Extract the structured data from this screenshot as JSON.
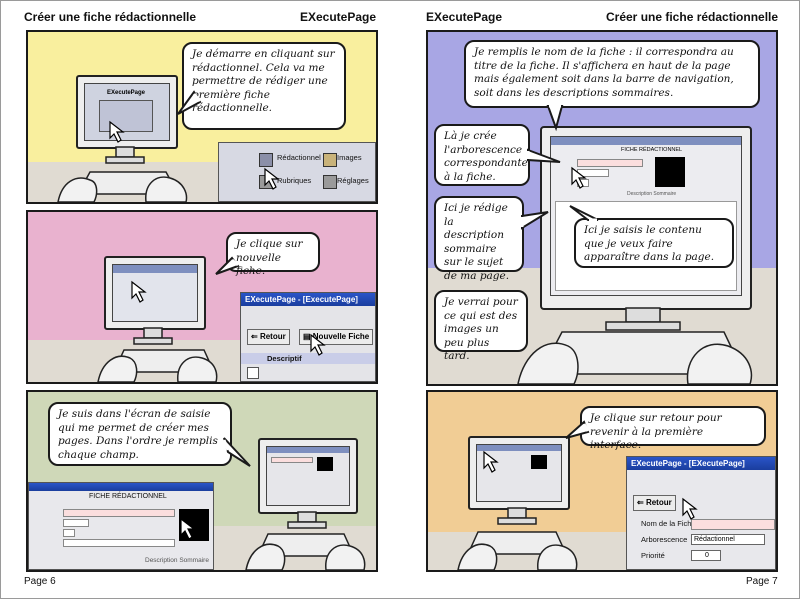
{
  "left_page": {
    "header_left": "Créer une fiche rédactionnelle",
    "header_right": "EXecutePage",
    "page_number": "Page 6",
    "panel1": {
      "bubble": "Je démarre en cliquant sur rédactionnel. Cela va me permettre de rédiger une première fiche rédactionnelle.",
      "screen_title": "EXecutePage",
      "inset": {
        "item1": "Rédactionnel",
        "item2": "Images",
        "item3": "Rubriques",
        "item4": "Réglages"
      }
    },
    "panel2": {
      "bubble": "Je clique sur nouvelle fiche.",
      "inset": {
        "title": "EXecutePage - [ExecutePage]",
        "retour": "Retour",
        "nouvelle": "Nouvelle Fiche",
        "descriptif": "Descriptif"
      }
    },
    "panel3": {
      "bubble": "Je suis dans l'écran de saisie qui me permet de créer mes pages. Dans l'ordre je remplis chaque champ.",
      "inset": {
        "title": "FICHE RÉDACTIONNEL",
        "desc": "Description Sommaire"
      }
    }
  },
  "right_page": {
    "header_left": "EXecutePage",
    "header_right": "Créer une fiche rédactionnelle",
    "page_number": "Page 7",
    "panel1": {
      "bubble_top": "Je remplis le nom de la fiche : il correspondra au titre de la fiche. Il s'affichera en haut de la page mais également soit dans la barre de navigation, soit dans les descriptions sommaires.",
      "bubble_left1": "Là je crée l'arborescence correspondante à la fiche.",
      "bubble_left2": "Ici je rédige la description sommaire sur le sujet de ma page.",
      "bubble_center": "Ici je saisis le contenu que je veux faire apparaître dans la page.",
      "bubble_left3": "Je verrai pour ce qui est des images un peu plus tard.",
      "screen": {
        "title": "FICHE RÉDACTIONNEL",
        "desc": "Description Sommaire"
      }
    },
    "panel2": {
      "bubble": "Je clique sur retour pour revenir à la première interface.",
      "inset": {
        "title": "EXecutePage - [EXecutePage]",
        "retour": "Retour",
        "nom_label": "Nom de la Fiche",
        "arbo_label": "Arborescence",
        "arbo_value": "Rédactionnel",
        "prio_label": "Priorité",
        "prio_value": "0"
      }
    }
  },
  "colors": {
    "panel_yellow": "#f9ef9e",
    "panel_pink": "#e9b2cf",
    "panel_green": "#cfd8b8",
    "panel_lavender": "#a8a6e4",
    "panel_orange": "#f1cd95",
    "desk": "#e0dbd2"
  }
}
